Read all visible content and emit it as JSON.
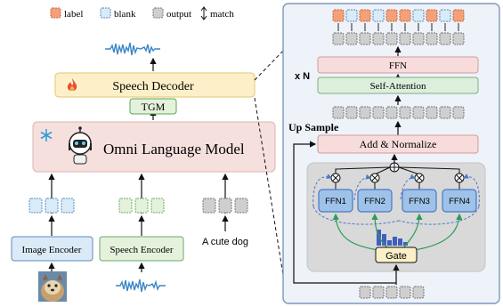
{
  "legend": {
    "label": "label",
    "blank": "blank",
    "output": "output",
    "match": "match"
  },
  "left": {
    "speech_decoder": "Speech Decoder",
    "tgm": "TGM",
    "omni_lm": "Omni Language Model",
    "image_encoder": "Image Encoder",
    "speech_encoder": "Speech Encoder",
    "text_input": "A cute dog"
  },
  "right": {
    "repeat": "x N",
    "ffn": "FFN",
    "self_attention": "Self-Attention",
    "up_sample": "Up Sample",
    "add_normalize": "Add & Normalize",
    "experts": [
      "FFN1",
      "FFN2",
      "FFN3",
      "FFN4"
    ],
    "gate": "Gate"
  },
  "colors": {
    "label": "#f4a07a",
    "blank": "#d8ecf8",
    "output": "#cfcfcf",
    "decoder": "#fdf0c8",
    "omni": "#f6e0de",
    "image_encoder": "#dbeaf7",
    "speech_encoder": "#e4f2dc",
    "expert": "#9ec2e8",
    "accent_red": "#c0392b",
    "flow_green": "#2e9b5a",
    "flow_blue": "#4a78c8"
  },
  "icons": [
    "fire-icon",
    "snowflake-icon",
    "robot-icon",
    "dog-photo",
    "waveform-icon",
    "bar-chart-icon"
  ]
}
